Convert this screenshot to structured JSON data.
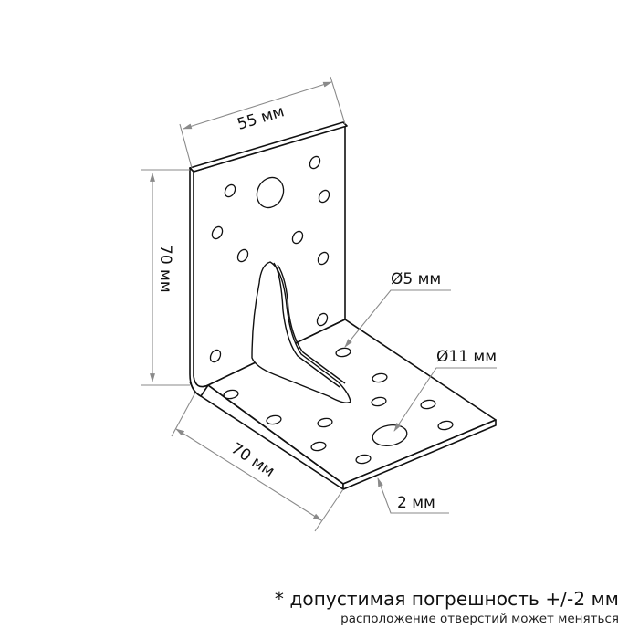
{
  "drawing": {
    "subject": "perforated reinforced angle bracket",
    "dimensions": {
      "top_width": "55 мм",
      "height": "70 мм",
      "base_length": "70 мм",
      "small_hole_diameter": "Ø5 мм",
      "large_hole_diameter": "Ø11 мм",
      "thickness": "2 мм"
    }
  },
  "notes": {
    "tolerance": "* допустимая погрешность +/-2 мм",
    "hole_layout": "расположение отверстий может меняться"
  },
  "colors": {
    "line": "#111111",
    "dimension_line": "#8a8a8a",
    "background": "#ffffff"
  }
}
